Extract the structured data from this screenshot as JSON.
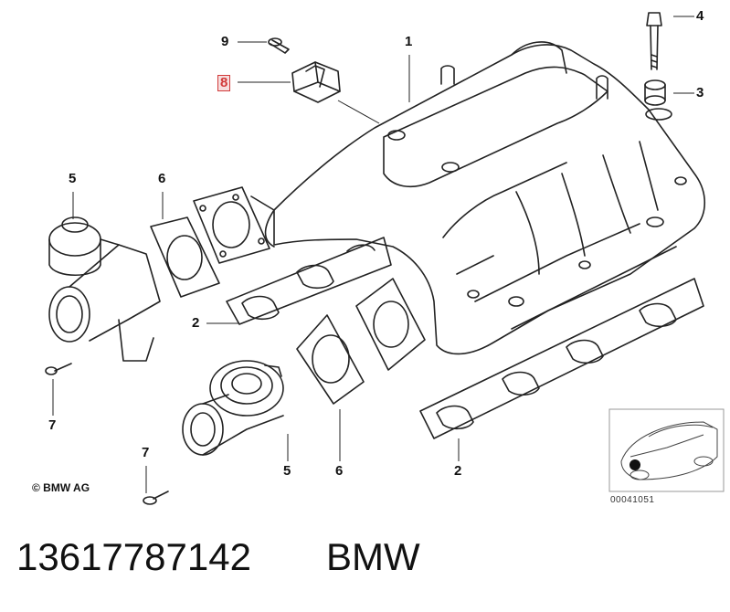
{
  "callouts": {
    "c1": "1",
    "c2a": "2",
    "c2b": "2",
    "c3": "3",
    "c4": "4",
    "c5a": "5",
    "c5b": "5",
    "c6a": "6",
    "c6b": "6",
    "c7a": "7",
    "c7b": "7",
    "c8": "8",
    "c9": "9"
  },
  "copyright": "© BMW AG",
  "inset_code": "00041051",
  "footer": {
    "part_number": "13617787142",
    "brand": "BMW"
  },
  "colors": {
    "line": "#222222",
    "highlight_border": "#d23a3a",
    "highlight_fill": "#f6dede",
    "inset_border": "#999999"
  }
}
